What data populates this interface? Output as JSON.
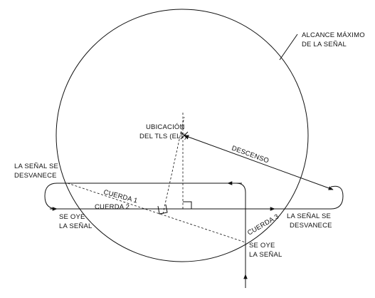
{
  "labels": {
    "max_range_1": "ALCANCE MÁXIMO",
    "max_range_2": "DE LA SEÑAL",
    "location_1": "UBICACIÓN",
    "location_2": "DEL TLS (ELT)",
    "descent": "DESCENSO",
    "fades_left_1": "LA SEÑAL SE",
    "fades_left_2": "DESVANECE",
    "chord_1": "CUERDA 1",
    "chord_2": "CUERDA 2",
    "chord_3": "CUERDA 3",
    "heard_left_1": "SE OYE",
    "heard_left_2": "LA SEÑAL",
    "fades_right_1": "LA SEÑAL SE",
    "fades_right_2": "DESVANECE",
    "heard_bottom_1": "SE OYE",
    "heard_bottom_2": "LA SEÑAL"
  },
  "icons": {
    "location_marker": "x-mark",
    "arrows": "arrowhead"
  }
}
